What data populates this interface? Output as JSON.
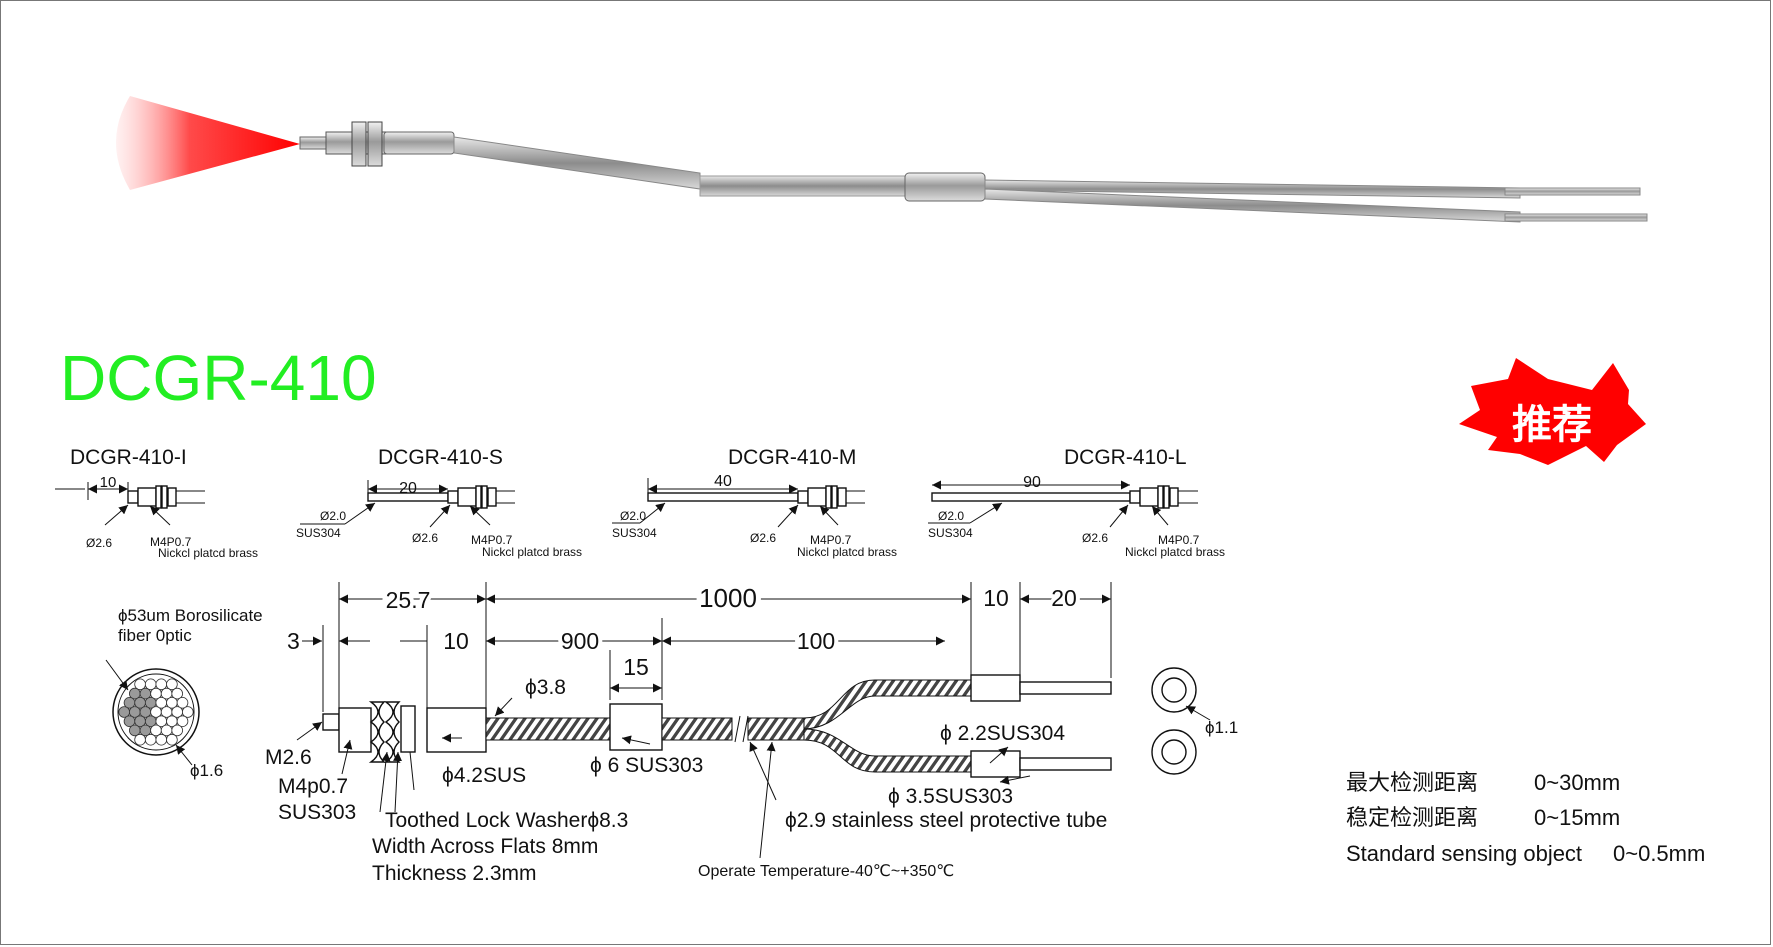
{
  "model_title": "DCGR-410",
  "badge": {
    "text": "推荐",
    "color": "#ff0000"
  },
  "colors": {
    "title": "#22ee22",
    "beam": "#ff1a1a"
  },
  "variants": [
    {
      "name": "DCGR-410-I",
      "length": "10",
      "diameter": "Ø2.6",
      "thread": "M4P0.7",
      "material": "Nickcl  platcd  brass"
    },
    {
      "name": "DCGR-410-S",
      "length": "20",
      "probe_diameter": "Ø2.0",
      "probe_material": "SUS304",
      "diameter": "Ø2.6",
      "thread": "M4P0.7",
      "material": "Nickcl  platcd  brass"
    },
    {
      "name": "DCGR-410-M",
      "length": "40",
      "probe_diameter": "Ø2.0",
      "probe_material": "SUS304",
      "diameter": "Ø2.6",
      "thread": "M4P0.7",
      "material": "Nickcl  platcd  brass"
    },
    {
      "name": "DCGR-410-L",
      "length": "90",
      "probe_diameter": "Ø2.0",
      "probe_material": "SUS304",
      "diameter": "Ø2.6",
      "thread": "M4P0.7",
      "material": "Nickcl  platcd  brass"
    }
  ],
  "dimensions": {
    "d_25_7": "25.7",
    "d_1000": "1000",
    "d_10_right": "10",
    "d_20": "20",
    "d_3": "3",
    "d_10_left": "10",
    "d_900": "900",
    "d_100": "100",
    "d_15": "15"
  },
  "labels": {
    "fiber_line1": "ϕ53um Borosilicate",
    "fiber_line2": "fiber 0ptic",
    "fiber_dia": "ϕ1.6",
    "m2_6": "M2.6",
    "m4": "M4p0.7",
    "sus303": "SUS303",
    "washer": "Toothed Lock Washerϕ8.3",
    "flats": "Width Across Flats 8mm",
    "thickness": "Thickness 2.3mm",
    "d4_2": "ϕ4.2SUS",
    "d3_8": "ϕ3.8",
    "d6": "ϕ 6 SUS303",
    "d2_2": "ϕ 2.2SUS304",
    "d3_5": "ϕ 3.5SUS303",
    "d2_9": "ϕ2.9 stainless steel protective tube",
    "temp": "Operate Temperature-40℃~+350℃",
    "d1_1": "ϕ1.1"
  },
  "specs": [
    {
      "label": "最大检测距离",
      "value": "0~30mm"
    },
    {
      "label": "稳定检测距离",
      "value": "0~15mm"
    },
    {
      "label": "Standard sensing object",
      "value": "0~0.5mm"
    }
  ]
}
